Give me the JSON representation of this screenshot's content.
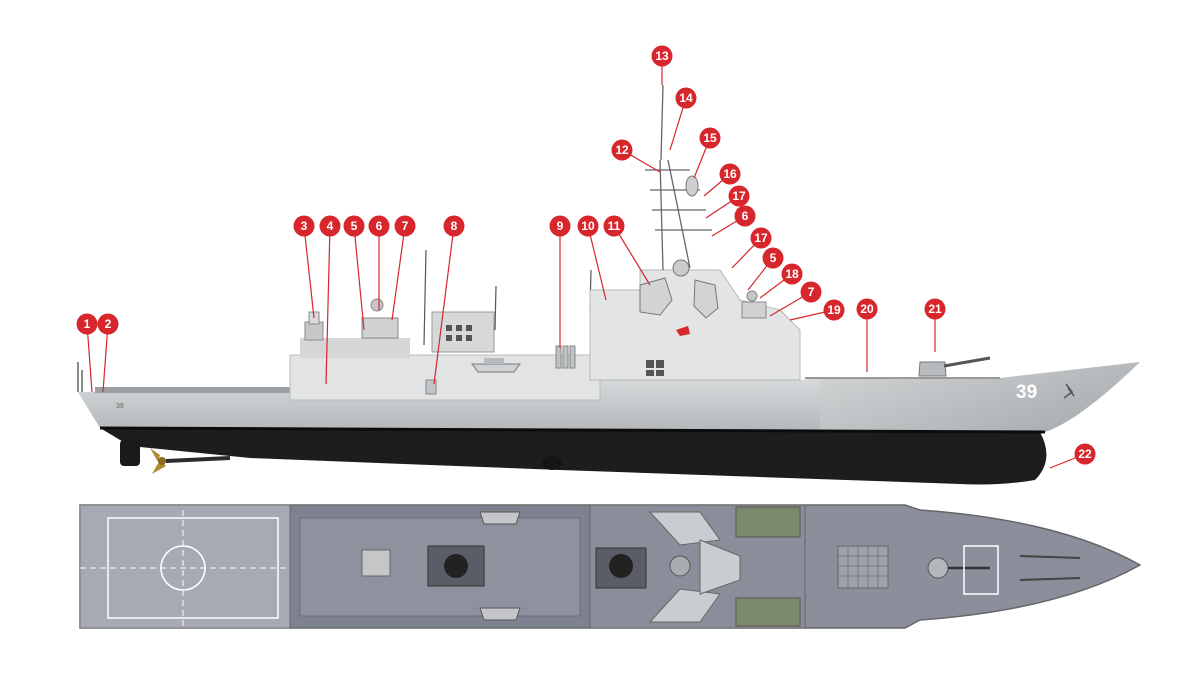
{
  "ship": {
    "hull_number": "39",
    "stern_mark": "39"
  },
  "callouts": [
    {
      "id": "c1",
      "label": "1"
    },
    {
      "id": "c2",
      "label": "2"
    },
    {
      "id": "c3",
      "label": "3"
    },
    {
      "id": "c4",
      "label": "4"
    },
    {
      "id": "c5a",
      "label": "5"
    },
    {
      "id": "c6a",
      "label": "6"
    },
    {
      "id": "c7a",
      "label": "7"
    },
    {
      "id": "c8",
      "label": "8"
    },
    {
      "id": "c9",
      "label": "9"
    },
    {
      "id": "c10",
      "label": "10"
    },
    {
      "id": "c11",
      "label": "11"
    },
    {
      "id": "c12",
      "label": "12"
    },
    {
      "id": "c13",
      "label": "13"
    },
    {
      "id": "c14",
      "label": "14"
    },
    {
      "id": "c15",
      "label": "15"
    },
    {
      "id": "c16",
      "label": "16"
    },
    {
      "id": "c17a",
      "label": "17"
    },
    {
      "id": "c6b",
      "label": "6"
    },
    {
      "id": "c17b",
      "label": "17"
    },
    {
      "id": "c5b",
      "label": "5"
    },
    {
      "id": "c18",
      "label": "18"
    },
    {
      "id": "c7b",
      "label": "7"
    },
    {
      "id": "c19",
      "label": "19"
    },
    {
      "id": "c20",
      "label": "20"
    },
    {
      "id": "c21",
      "label": "21"
    },
    {
      "id": "c22",
      "label": "22"
    }
  ],
  "colors": {
    "callout_fill": "#d7262c",
    "callout_text": "#ffffff",
    "hull_top": "#d9dbdc",
    "hull_bottom": "#a8acae",
    "keel": "#1b1b1b",
    "deck": "#8b8f9c",
    "deck_light": "#a7abb5",
    "flight_deck": "#b4b7bd",
    "green_panel": "#7c8a6b"
  }
}
